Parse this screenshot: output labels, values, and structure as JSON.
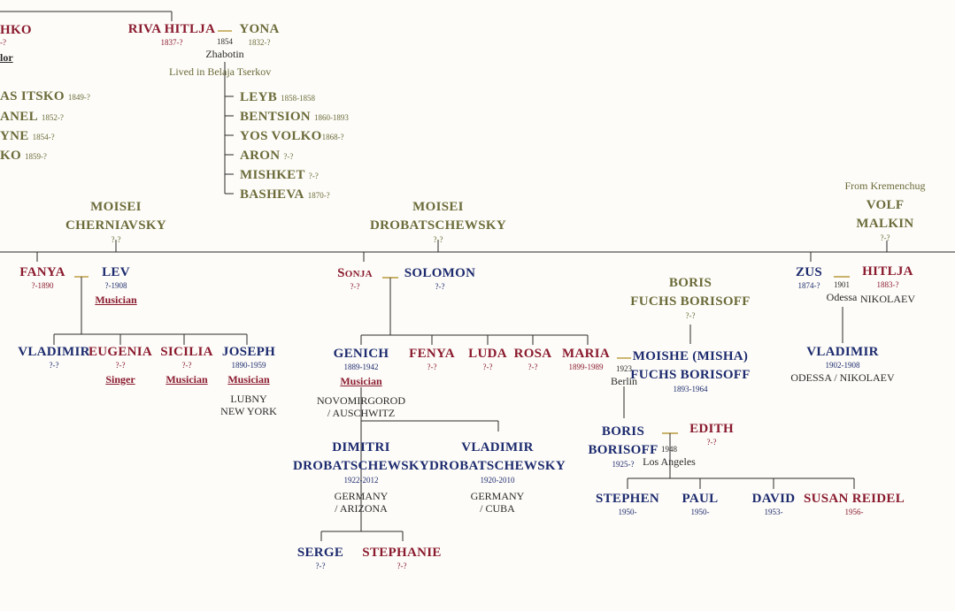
{
  "colors": {
    "male": "#1c2a6e",
    "female": "#8a1a2e",
    "ancestor": "#6b6b3a",
    "marriage_line": "#b89a3a",
    "line": "#2a2a2a",
    "background": "#fdfcf8"
  },
  "top_left": {
    "partial_name": "HKO",
    "partial_dates": "-?",
    "partial_job": "lor",
    "children_partial": [
      {
        "name": "AS ITSKO",
        "dates": "1849-?"
      },
      {
        "name": "ANEL",
        "dates": "1852-?"
      },
      {
        "name": "YNE",
        "dates": "1854-?"
      },
      {
        "name": "KO",
        "dates": "1859-?"
      }
    ]
  },
  "riva": {
    "name": "RIVA HITLJA",
    "dates": "1837-?"
  },
  "yona": {
    "name": "YONA",
    "dates": "1832-?"
  },
  "riva_yona_marriage": {
    "year": "1854",
    "place": "Zhabotin"
  },
  "riva_yona_note": "Lived in Belaja Tserkov",
  "riva_yona_children": [
    {
      "name": "LEYB",
      "dates": "1858-1858"
    },
    {
      "name": "BENTSION",
      "dates": "1860-1893"
    },
    {
      "name": "YOS VOLKO",
      "dates": "1868-?"
    },
    {
      "name": "ARON",
      "dates": "?-?"
    },
    {
      "name": "MISHKET",
      "dates": "?-?"
    },
    {
      "name": "BASHEVA",
      "dates": "1870-?"
    }
  ],
  "moisei_c": {
    "line1": "MOISEI",
    "line2": "CHERNIAVSKY",
    "dates": "?-?"
  },
  "moisei_d": {
    "line1": "MOISEI",
    "line2": "DROBATSCHEWSKY",
    "dates": "?-?"
  },
  "volf": {
    "origin": "From Kremenchug",
    "line1": "VOLF",
    "line2": "MALKIN",
    "dates": "?-?"
  },
  "fanya": {
    "name": "FANYA",
    "dates": "?-1890"
  },
  "lev": {
    "name": "LEV",
    "dates": "?-1908",
    "job": "Musician"
  },
  "lev_children": [
    {
      "name": "VLADIMIR",
      "dates": "?-?"
    },
    {
      "name": "EUGENIA",
      "dates": "?-?",
      "job": "Singer"
    },
    {
      "name": "SICILIA",
      "dates": "?-?",
      "job": "Musician"
    },
    {
      "name": "JOSEPH",
      "dates": "1890-1959",
      "job": "Musician",
      "place1": "LUBNY",
      "place2": "NEW YORK"
    }
  ],
  "sonja": {
    "name": "Sonja",
    "dates": "?-?"
  },
  "solomon": {
    "name": "SOLOMON",
    "dates": "?-?"
  },
  "genich": {
    "name": "GENICH",
    "dates": "1889-1942",
    "job": "Musician",
    "place1": "NOVOMIRGOROD",
    "place2": "/ AUSCHWITZ"
  },
  "solomon_daughters": [
    {
      "name": "FENYA",
      "dates": "?-?"
    },
    {
      "name": "LUDA",
      "dates": "?-?"
    },
    {
      "name": "ROSA",
      "dates": "?-?"
    },
    {
      "name": "MARIA",
      "dates": "1899-1989"
    }
  ],
  "dimitri": {
    "line1": "DIMITRI",
    "line2": "DROBATSCHEWSKY",
    "dates": "1922-2012",
    "place1": "GERMANY",
    "place2": "/ ARIZONA"
  },
  "vladimir_d": {
    "line1": "VLADIMIR",
    "line2": "DROBATSCHEWSKY",
    "dates": "1920-2010",
    "place1": "GERMANY",
    "place2": "/ CUBA"
  },
  "serge": {
    "name": "SERGE",
    "dates": "?-?"
  },
  "stephanie": {
    "name": "STEPHANIE",
    "dates": "?-?"
  },
  "boris_fb": {
    "line1": "BORIS",
    "line2": "FUCHS BORISOFF",
    "dates": "?-?"
  },
  "moishe": {
    "line1": "MOISHE (MISHA)",
    "line2": "FUCHS BORISOFF",
    "dates": "1893-1964"
  },
  "maria_moishe_marriage": {
    "year": "1923",
    "place": "Berlin"
  },
  "boris_b": {
    "line1": "BORIS",
    "line2": "BORISOFF",
    "dates": "1925-?"
  },
  "edith": {
    "name": "EDITH",
    "dates": "?-?"
  },
  "boris_edith_marriage": {
    "year": "1948",
    "place": "Los Angeles"
  },
  "boris_children": [
    {
      "name": "STEPHEN",
      "dates": "1950-"
    },
    {
      "name": "PAUL",
      "dates": "1950-"
    },
    {
      "name": "DAVID",
      "dates": "1953-"
    },
    {
      "name": "SUSAN REIDEL",
      "dates": "1956-"
    }
  ],
  "zus": {
    "name": "ZUS",
    "dates": "1874-?"
  },
  "hitlja": {
    "name": "HITLJA",
    "dates": "1883-?",
    "place": "NIKOLAEV"
  },
  "zus_hitlja_marriage": {
    "year": "1901",
    "place": "Odessa"
  },
  "vladimir_m": {
    "name": "VLADIMIR",
    "dates": "1902-1908",
    "place": "ODESSA / NIKOLAEV"
  }
}
